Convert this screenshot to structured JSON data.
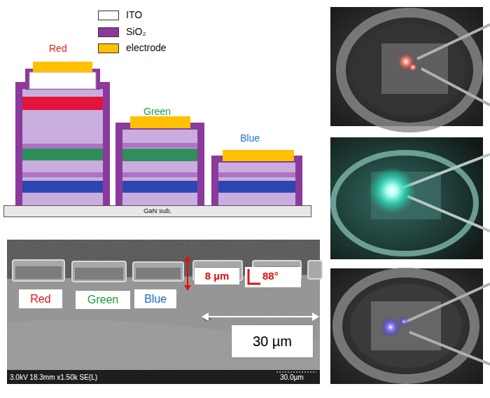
{
  "diagram": {
    "nodes": [
      {
        "text": [
          "GaN sub."
        ]
      },
      {
        "text": [
          "Red"
        ]
      },
      {
        "text": [
          "Green"
        ]
      },
      {
        "text": [
          "Blue"
        ]
      },
      {
        "text": [
          "8 µm"
        ]
      },
      {
        "text": [
          "30 µm"
        ]
      }
    ],
    "labels": [
      "Red",
      "Green",
      "Blue",
      "88°",
      "3.0kV 18.3mm x1.50k SE(L)",
      "30.0µm"
    ],
    "legend": [
      {
        "text": "ITO",
        "color": "#ffffff"
      },
      {
        "text": "SiO₂",
        "color": "#8b3a9c"
      },
      {
        "text": "electrode",
        "color": "#ffc000"
      }
    ]
  }
}
